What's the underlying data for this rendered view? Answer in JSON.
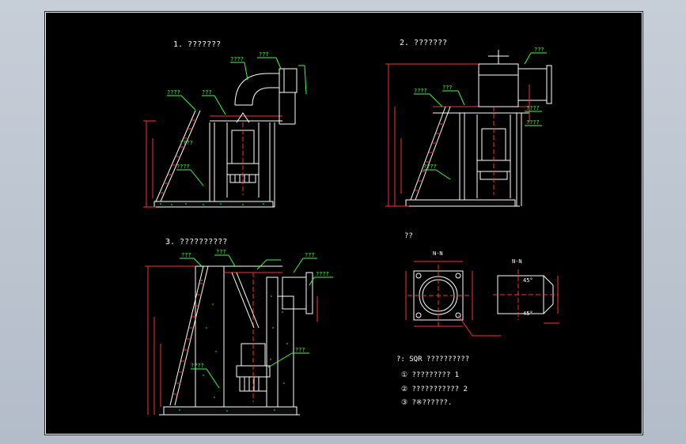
{
  "sheet": {
    "titles": {
      "t1": "1. ???????",
      "t2": "2. ???????",
      "t3": "3. ??????????",
      "t4": "??"
    },
    "section_labels": {
      "sec_a": "N-N",
      "sec_b": "N-N"
    },
    "notes": {
      "header": "?: SQR ??????????",
      "n1": "① ?????????   1",
      "n2": "② ???????????   2",
      "n3": "③ ?※??????."
    },
    "callouts": {
      "d1_a": "????",
      "d1_b": "???",
      "d1_c": "????",
      "d1_d": "???",
      "d1_e": "????",
      "d1_f": "????",
      "d2_a": "????",
      "d2_b": "???",
      "d2_c": "???",
      "d2_d": "????",
      "d2_e": "????",
      "d2_f": "????",
      "d3_a": "???",
      "d3_b": "???",
      "d3_c": "???",
      "d3_d": "????",
      "d3_e": "???",
      "d3_f": "????",
      "angle_1": "45°",
      "angle_2": "45°"
    }
  }
}
